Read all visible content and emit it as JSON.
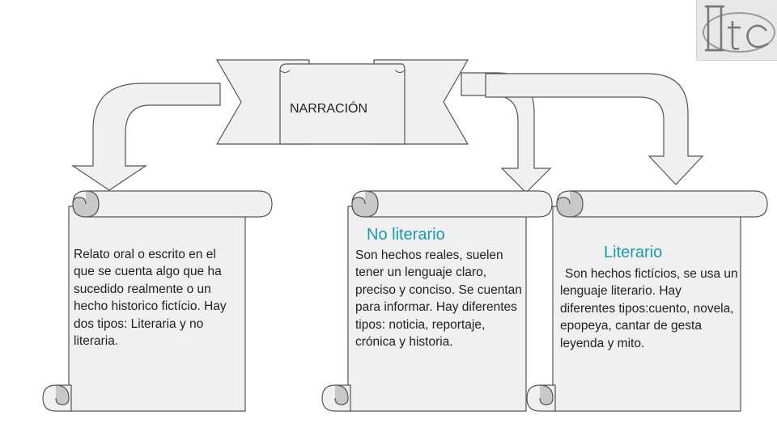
{
  "banner": {
    "title": "NARRACIÓN"
  },
  "scrolls": [
    {
      "heading": "",
      "text": "Relato oral o escrito en el que se cuenta algo que ha sucedido realmente o un hecho historico fictício. Hay dos tipos: Literaria y no literaria."
    },
    {
      "heading": "No literario",
      "text": "Son hechos reales, suelen tener un lenguaje claro, preciso y conciso. Se cuentan para informar. Hay diferentes tipos: noticia, reportaje, crónica y historia."
    },
    {
      "heading": "Literario",
      "text": "Son hechos fictícios, se usa un lenguaje literario. Hay diferentes tipos:cuento, novela, epopeya, cantar de gesta leyenda y mito."
    }
  ],
  "logo": {
    "text": "Itc"
  },
  "colors": {
    "shape_fill": "#f0f0f0",
    "shape_stroke": "#555555",
    "shape_dark": "#c8c8c8",
    "heading": "#1a9ab0"
  }
}
